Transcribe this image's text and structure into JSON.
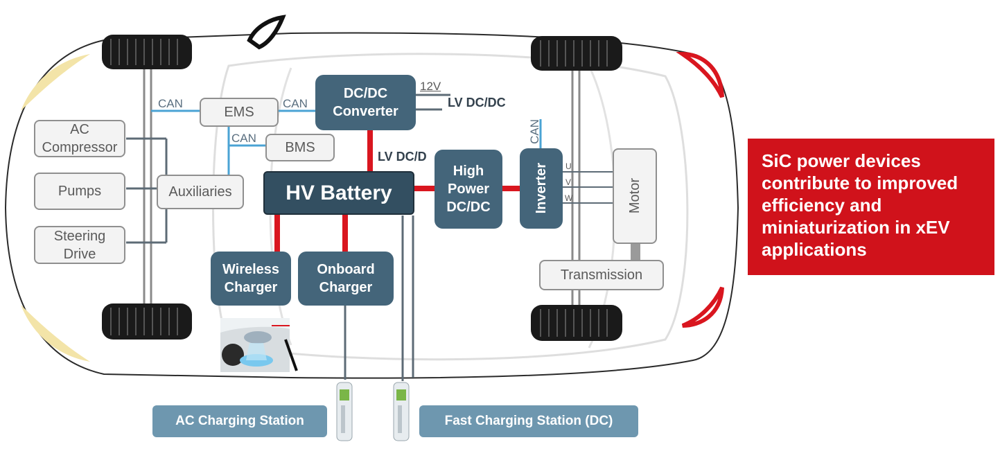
{
  "nodes": {
    "ac_compressor": "AC\nCompressor",
    "pumps": "Pumps",
    "steering_drive": "Steering\nDrive",
    "auxiliaries": "Auxiliaries",
    "ems": "EMS",
    "bms": "BMS",
    "dcdc_converter": "DC/DC\nConverter",
    "hv_battery": "HV Battery",
    "high_power_dcdc": "High\nPower\nDC/DC",
    "inverter": "Inverter",
    "motor": "Motor",
    "transmission": "Transmission",
    "wireless_charger": "Wireless\nCharger",
    "onboard_charger": "Onboard\nCharger"
  },
  "labels": {
    "can_left": "CAN",
    "can_mid": "CAN",
    "can_bms": "CAN",
    "can_inverter": "CAN",
    "v12": "12V",
    "lv_dcdc_right": "LV DC/DC",
    "lv_dcdc_mid": "LV DC/D",
    "phase_u": "U",
    "phase_v": "V",
    "phase_w": "W"
  },
  "stations": {
    "ac": "AC Charging Station",
    "fast": "Fast Charging Station (DC)"
  },
  "callout": "SiC power devices contribute to improved efficiency and miniaturization in xEV applications",
  "colors": {
    "hv_line": "#d9161f",
    "can_line": "#4aa3d4",
    "lv_line": "#5d6b76",
    "dark_box": "#44657a",
    "battery": "#334f61",
    "callout_bg": "#d0121b",
    "station_pill": "#6e97af"
  }
}
